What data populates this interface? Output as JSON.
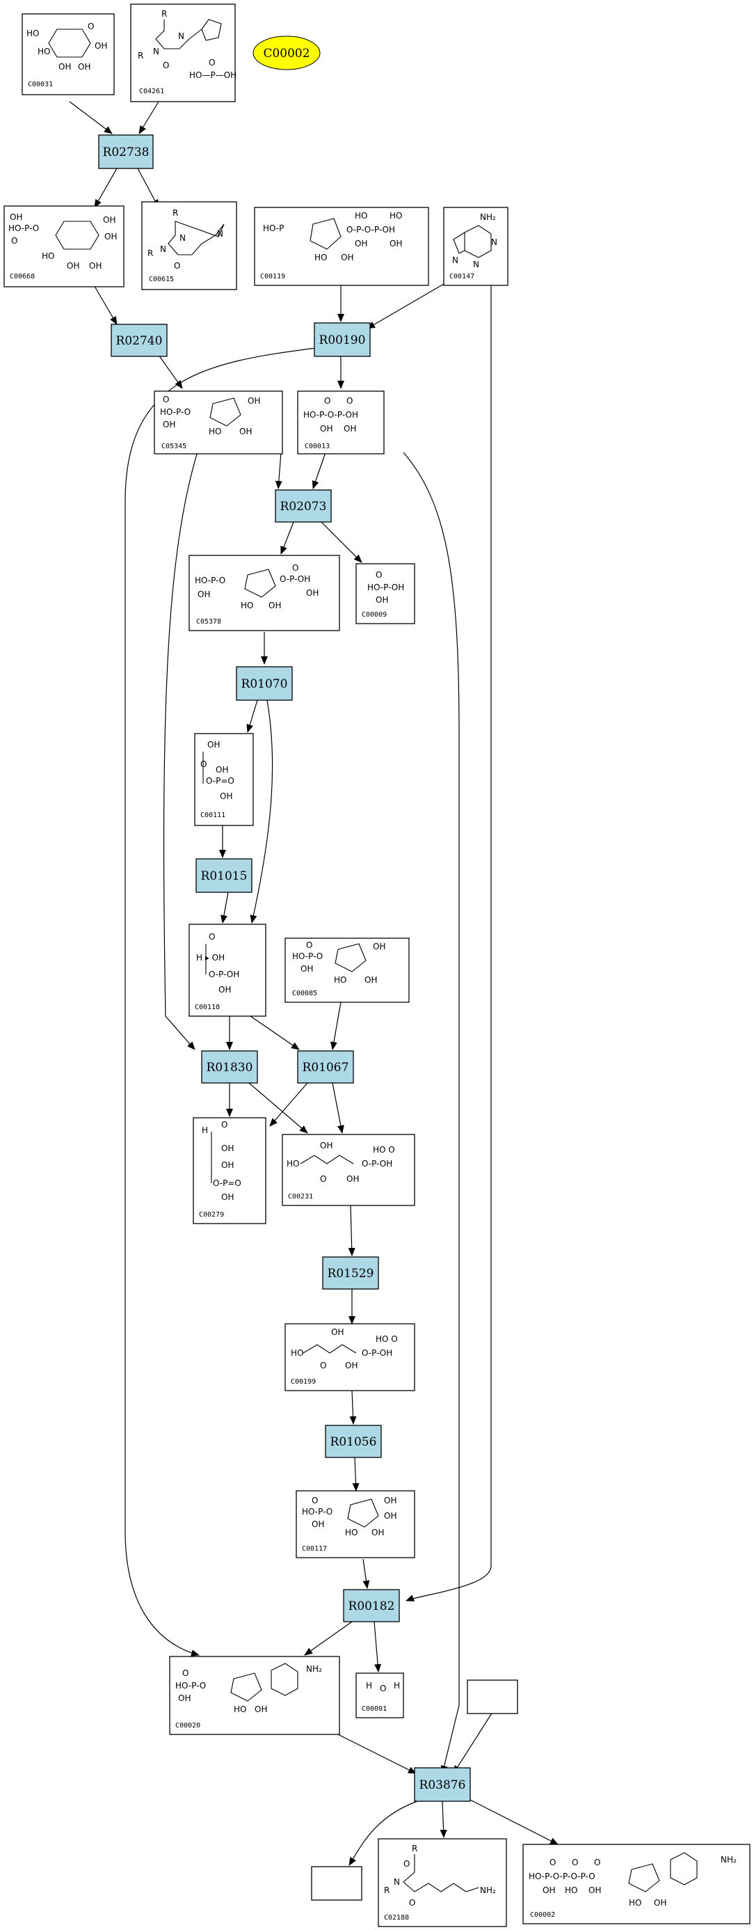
{
  "tag": {
    "label": "C00002",
    "color": "#ffff00"
  },
  "reactions": [
    {
      "id": "R02738"
    },
    {
      "id": "R02740"
    },
    {
      "id": "R00190"
    },
    {
      "id": "R02073"
    },
    {
      "id": "R01070"
    },
    {
      "id": "R01015"
    },
    {
      "id": "R01830"
    },
    {
      "id": "R01067"
    },
    {
      "id": "R01529"
    },
    {
      "id": "R01056"
    },
    {
      "id": "R00182"
    },
    {
      "id": "R03876"
    }
  ],
  "compounds": [
    {
      "id": "C00031"
    },
    {
      "id": "C04261"
    },
    {
      "id": "C00668"
    },
    {
      "id": "C00615"
    },
    {
      "id": "C00119"
    },
    {
      "id": "C00147"
    },
    {
      "id": "C05345"
    },
    {
      "id": "C00013"
    },
    {
      "id": "C05378"
    },
    {
      "id": "C00009"
    },
    {
      "id": "C00111"
    },
    {
      "id": "C00118"
    },
    {
      "id": "C00085"
    },
    {
      "id": "C00279"
    },
    {
      "id": "C00231"
    },
    {
      "id": "C00199"
    },
    {
      "id": "C00117"
    },
    {
      "id": "C00020"
    },
    {
      "id": "C00001"
    },
    {
      "id": "C02188"
    },
    {
      "id": "C00002"
    }
  ],
  "colors": {
    "reaction_fill": "#add8e6",
    "compound_fill": "#ffffff",
    "edge": "#000000"
  }
}
